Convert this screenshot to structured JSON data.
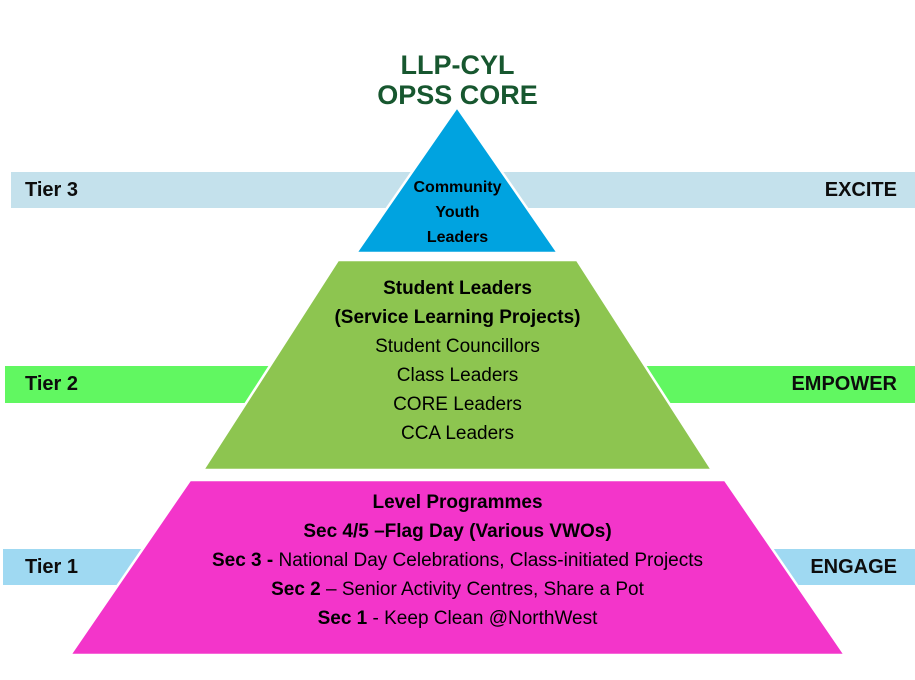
{
  "slide": {
    "title_lines": [
      "LLP-CYL",
      "OPSS CORE"
    ],
    "title_color": "#17572F"
  },
  "bands": {
    "tier3": {
      "left_label": "Tier 3",
      "right_label": "EXCITE",
      "color": "#C4E1EC"
    },
    "tier2": {
      "left_label": "Tier 2",
      "right_label": "EMPOWER",
      "color": "#61F761"
    },
    "tier1": {
      "left_label": "Tier 1",
      "right_label": "ENGAGE",
      "color": "#9FD9F2"
    }
  },
  "pyramid": {
    "tier3": {
      "shape_color": "#00A3E0",
      "lines": [
        [
          {
            "t": "Community",
            "b": true
          }
        ],
        [
          {
            "t": "Youth",
            "b": true
          }
        ],
        [
          {
            "t": "Leaders",
            "b": true
          }
        ]
      ]
    },
    "tier2": {
      "shape_color": "#8DC550",
      "lines": [
        [
          {
            "t": "Student Leaders",
            "b": true
          }
        ],
        [
          {
            "t": "(Service Learning Projects)",
            "b": true
          }
        ],
        [
          {
            "t": "Student Councillors",
            "b": false
          }
        ],
        [
          {
            "t": "Class Leaders",
            "b": false
          }
        ],
        [
          {
            "t": "CORE Leaders",
            "b": false
          }
        ],
        [
          {
            "t": "CCA Leaders",
            "b": false
          }
        ]
      ]
    },
    "tier1": {
      "shape_color": "#F335CA",
      "lines": [
        [
          {
            "t": "Level Programmes",
            "b": true
          }
        ],
        [
          {
            "t": "Sec 4/5 –Flag Day (Various VWOs)",
            "b": true
          }
        ],
        [
          {
            "t": "Sec 3 - ",
            "b": true
          },
          {
            "t": " National Day Celebrations, Class-initiated Projects",
            "b": false
          }
        ],
        [
          {
            "t": "Sec 2 ",
            "b": true
          },
          {
            "t": "– Senior Activity Centres, Share a Pot",
            "b": false
          }
        ],
        [
          {
            "t": "Sec 1",
            "b": true
          },
          {
            "t": " - Keep Clean @NorthWest",
            "b": false
          }
        ]
      ]
    }
  }
}
